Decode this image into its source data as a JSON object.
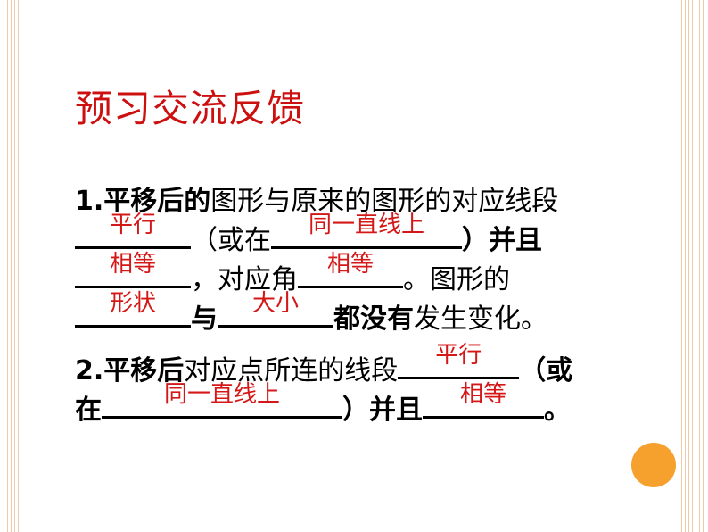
{
  "title": "预习交流反馈",
  "q1": {
    "line1_bold": "1.平移后的",
    "line1_rest": "图形与原来的图形的对应线段",
    "ans_parallel": "平行",
    "or_in": "（或在",
    "ans_same_line": "同一直线上",
    "close_and": "）并且",
    "ans_equal_1": "相等",
    "corresponding_angle": "，对应角",
    "ans_equal_2": "相等",
    "shape_of": "。图形的",
    "ans_shape": "形状",
    "and": "与",
    "ans_size": "大小",
    "none_bold": "都没有",
    "end": "发生变化。"
  },
  "q2": {
    "line1_bold": "2.平移后",
    "line1_rest": "对应点所连的线段",
    "ans_parallel": "平行",
    "or": "（或",
    "in": "在",
    "ans_same_line": "同一直线上",
    "close_and": "）并且",
    "ans_equal": "相等",
    "end": "。"
  },
  "colors": {
    "title": "#cc1010",
    "answer": "#d41818",
    "accent_circle": "#f6a02e",
    "border_lines": "#f0c9a8"
  }
}
